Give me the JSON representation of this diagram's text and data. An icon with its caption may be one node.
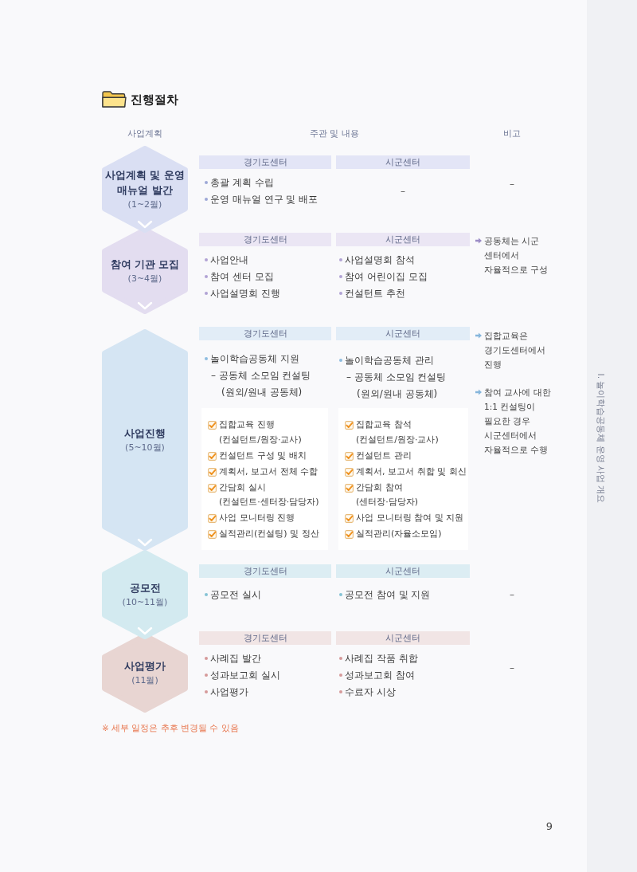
{
  "diagram": {
    "title": "진행절차",
    "nodes": [
      {
        "text": [
          "사업계획 및 운영 매뉴얼 발간",
          "(1~2월)"
        ]
      },
      {
        "text": [
          "경기도센터"
        ]
      },
      {
        "text": [
          "시군센터"
        ]
      },
      {
        "text": [
          "참여 기관 모집",
          "(3~4월)"
        ]
      },
      {
        "text": [
          "경기도센터"
        ]
      },
      {
        "text": [
          "시군센터"
        ]
      },
      {
        "text": [
          "사업진행",
          "(5~10월)"
        ]
      },
      {
        "text": [
          "경기도센터"
        ]
      },
      {
        "text": [
          "시군센터"
        ]
      },
      {
        "text": [
          "집합교육 진행 (컨설턴트/원장·교사)",
          "컨설턴트 구성 및 배치",
          "계획서, 보고서 전체 수합",
          "간담회 실시 (컨설턴트·센터장·담당자)",
          "사업 모니터링 진행",
          "실적관리(컨설팅) 및 정산"
        ]
      },
      {
        "text": [
          "집합교육 참석 (컨설턴트/원장·교사)",
          "컨설턴트 관리",
          "계획서, 보고서 취합 및 회신",
          "간담회 참여 (센터장·담당자)",
          "사업 모니터링 참여 및 지원",
          "실적관리(자율소모임)"
        ]
      },
      {
        "text": [
          "공모전",
          "(10~11월)"
        ]
      },
      {
        "text": [
          "경기도센터"
        ]
      },
      {
        "text": [
          "시군센터"
        ]
      },
      {
        "text": [
          "사업평가",
          "(11월)"
        ]
      },
      {
        "text": [
          "경기도센터"
        ]
      },
      {
        "text": [
          "시군센터"
        ]
      }
    ],
    "edges": [
      {
        "from": 0,
        "to": 3,
        "arrow": "to"
      },
      {
        "from": 3,
        "to": 6,
        "arrow": "to"
      },
      {
        "from": 6,
        "to": 11,
        "arrow": "to"
      },
      {
        "from": 11,
        "to": 14,
        "arrow": "to"
      }
    ],
    "labels": [
      "사업계획",
      "주관 및 내용",
      "비고",
      "총괄 계획 수립",
      "운영 매뉴얼 연구 및 배포",
      "–",
      "–",
      "사업안내",
      "참여 센터 모집",
      "사업설명회 진행",
      "사업설명회 참석",
      "참여 어린이집 모집",
      "컨설턴트 추천",
      "공동체는 시군 센터에서 자율적으로 구성",
      "놀이학습공동체 지원",
      "– 공동체 소모임 컨설팅 (원외/원내 공동체)",
      "놀이학습공동체 관리",
      "– 공동체 소모임 컨설팅 (원외/원내 공동체)",
      "집합교육은 경기도센터에서 진행",
      "참여 교사에 대한 1:1 컨설팅이 필요한 경우 시군센터에서 자율적으로 수행",
      "공모전 실시",
      "공모전 참여 및 지원",
      "–",
      "사례집 발간",
      "성과보고회 실시",
      "사업평가",
      "사례집 작품 취합",
      "성과보고회 참여",
      "수료자 시상",
      "–",
      "※ 세부 일정은 추후 변경될 수 있음",
      "Ⅰ. 놀이학습공동체 운영 사업 개요",
      "9"
    ]
  }
}
